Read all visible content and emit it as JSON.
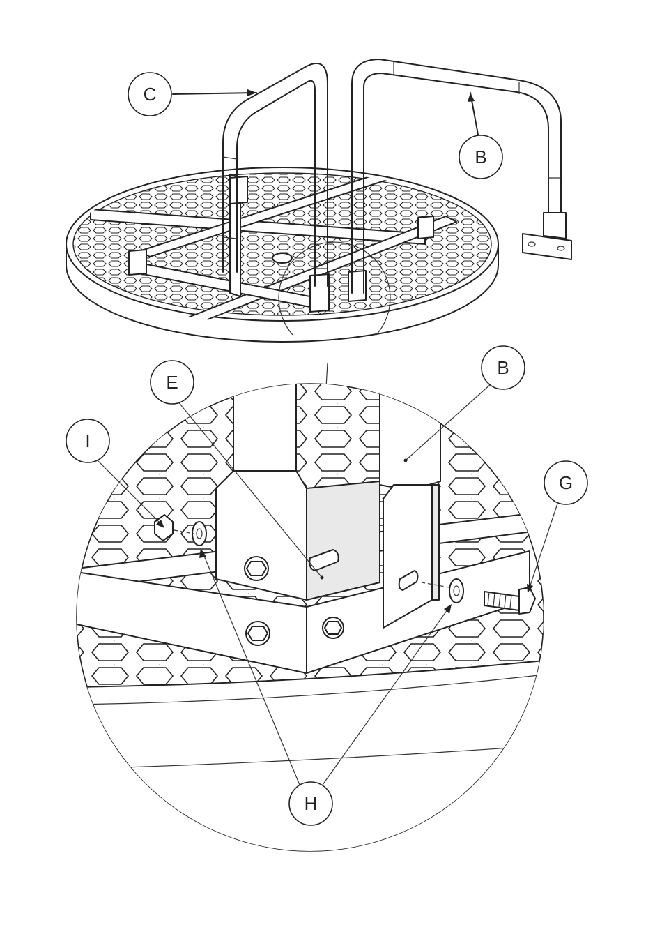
{
  "figure": {
    "callouts": {
      "c_top": "C",
      "b_top": "B",
      "e_detail": "E",
      "b_detail": "B",
      "i_detail": "I",
      "g_detail": "G",
      "h_detail": "H"
    }
  }
}
